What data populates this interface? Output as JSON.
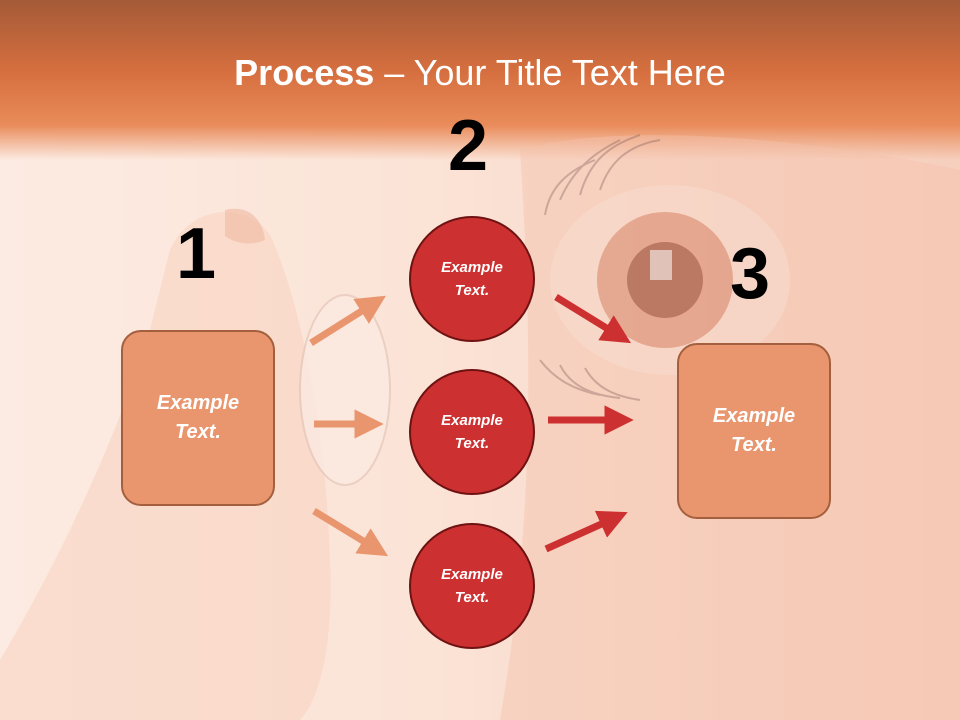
{
  "title": {
    "bold": "Process",
    "rest": " – Your Title Text Here"
  },
  "steps": {
    "one": "1",
    "two": "2",
    "three": "3"
  },
  "boxes": {
    "left": [
      "Example",
      "Text."
    ],
    "right": [
      "Example",
      "Text."
    ]
  },
  "circles": [
    [
      "Example",
      "Text."
    ],
    [
      "Example",
      "Text."
    ],
    [
      "Example",
      "Text."
    ]
  ],
  "colors": {
    "header": "#d66f3f",
    "box_fill": "#e9966f",
    "box_border": "#a4603e",
    "circle_fill": "#cd3030",
    "circle_border": "#6e1212",
    "arrow_light": "#e9966f",
    "arrow_dark": "#cd3030"
  }
}
